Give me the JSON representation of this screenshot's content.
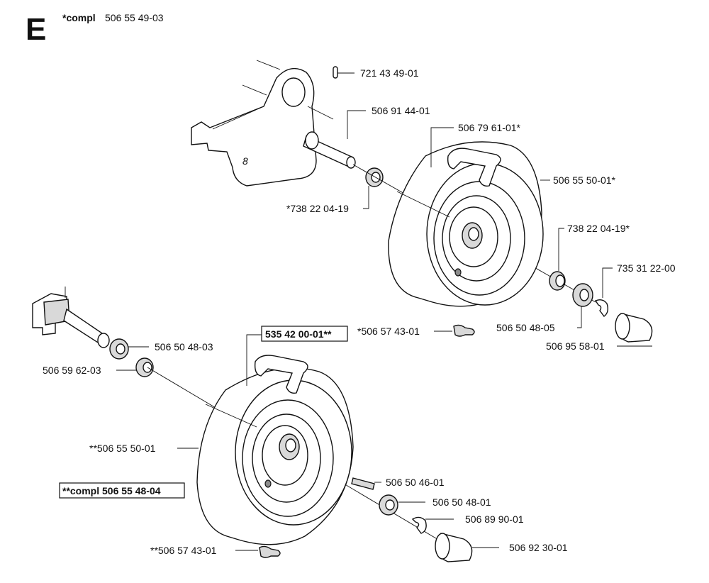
{
  "section_letter": "E",
  "header": {
    "compl_prefix": "*compl",
    "compl_number": "506 55 49-03"
  },
  "labels": {
    "pin": "721 43 49-01",
    "axle_upper": "506 91 44-01",
    "rim_upper": "506 79 61-01*",
    "bearing_upper_left": "*738 22 04-19",
    "tire_upper": "506 55 50-01*",
    "bearing_upper_right": "738 22 04-19*",
    "clip_upper": "735 31 22-00",
    "valve_upper": "*506 57 43-01",
    "washer_upper": "506 50 48-05",
    "cap_upper": "506 95 58-01",
    "wheel_assy_lower": "535 42 00-01**",
    "washer_lower_left": "506 50 48-03",
    "spacer_lower": "506 59 62-03",
    "tire_lower": "**506 55 50-01",
    "compl_lower": "**compl 506 55 48-04",
    "key_lower": "506 50 46-01",
    "washer_lower_right": "506 50 48-01",
    "clip_lower": "506 89 90-01",
    "valve_lower": "**506 57 43-01",
    "cap_lower": "506 92 30-01"
  }
}
